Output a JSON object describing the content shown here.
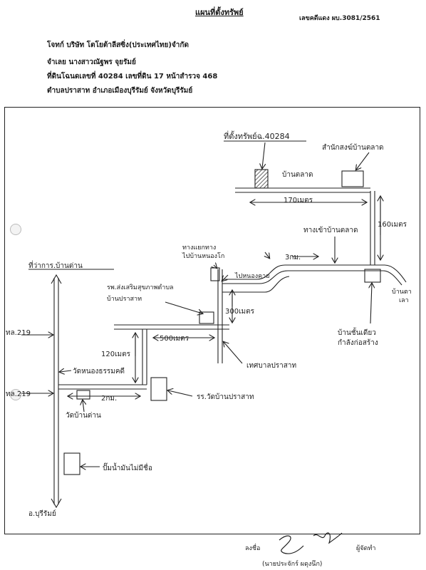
{
  "header": {
    "title": "แผนที่ตั้งทรัพย์",
    "case_no": "เลขคดีแดง ผบ.3081/2561",
    "plaintiff": "โจทก์ บริษัท โตโยต้าลีสซิ่ง(ประเทศไทย)จำกัด",
    "defendant": "จำเลย นางสาวณัฐพร จุยรัมย์",
    "land_deed": "ที่ดินโฉนดเลขที่ 40284 เลขที่ดิน 17 หน้าสำรวจ 468",
    "location": "ตำบลปราสาท อำเภอเมืองบุรีรัมย์ จังหวัดบุรีรัมย์"
  },
  "map": {
    "property_label": "ที่ตั้งทรัพย์ฉ.40284",
    "office_label": "สำนักสงฆ์บ้านตลาด",
    "ban_talat": "บ้านตลาด",
    "dist_170": "170เมตร",
    "dist_160": "160เมตร",
    "entrance": "ทางเข้าบ้านตลาด",
    "to_nam_top": "ทางแยกทาง",
    "to_nam_bot": "ไปบ้านหนองโก",
    "road_3km": "3กม.",
    "to_nong_khai": "ไปหนองคาย",
    "ban_lao_1": "บ้านตา",
    "ban_lao_2": "เลา",
    "to_ban_duan": "ที่ว่าการ.บ้านด่าน",
    "hospital_1": "รพ.ส่งเสริมสุขภาพตำบล",
    "hospital_2": "บ้านปราสาท",
    "dist_300": "300เมตร",
    "dist_500": "500เมตร",
    "dist_120": "120เมตร",
    "hwy_219_a": "ทล.219",
    "hwy_219_b": "ทล.219",
    "tambon_office": "เทศบาลปราสาท",
    "temple_nong": "วัดหนองธรรมคดี",
    "road_2km": "2กม.",
    "school": "รร.วัดบ้านปราสาท",
    "temple_ban_duan": "วัดบ้านด่าน",
    "gas_station": "ปั๊มน้ำมันไม่มีชื่อ",
    "under_construction_1": "บ้านชั้นเดียว",
    "under_construction_2": "กำลังก่อสร้าง",
    "to_buriram": "อ.บุรีรัมย์"
  },
  "footer": {
    "sign_label": "ลงชื่อ",
    "role": "ผู้จัดทำ",
    "name": "(นายประจักร์ ผดุงนึก)"
  }
}
